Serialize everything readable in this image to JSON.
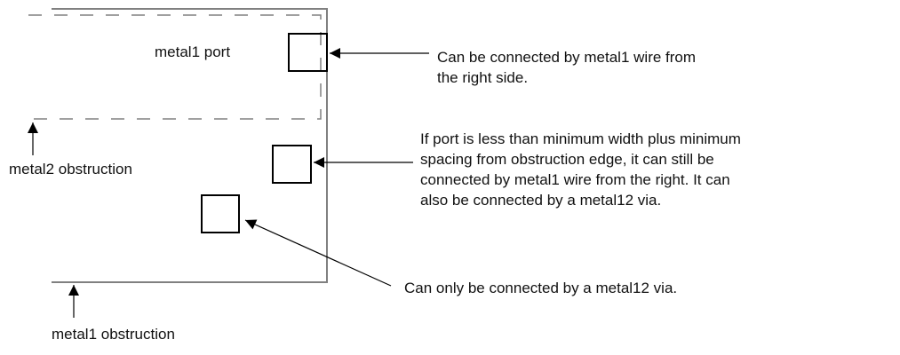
{
  "diagram": {
    "labels": {
      "metal1_port": "metal1 port",
      "metal2_obstruction": "metal2 obstruction",
      "metal1_obstruction": "metal1 obstruction"
    },
    "notes": {
      "port_top": [
        "Can be connected by metal1 wire from",
        "the right side."
      ],
      "port_middle": [
        "If port is less than minimum width plus minimum",
        "spacing from obstruction edge, it can still be",
        "connected by metal1 wire from the right. It can",
        "also be connected by a metal12 via."
      ],
      "port_bottom": [
        "Can only be connected by a metal12 via."
      ]
    },
    "colors": {
      "obstruction_outline": "#808080",
      "dashed_outline": "#808080",
      "port_outline": "#000000",
      "arrow": "#000000"
    }
  }
}
